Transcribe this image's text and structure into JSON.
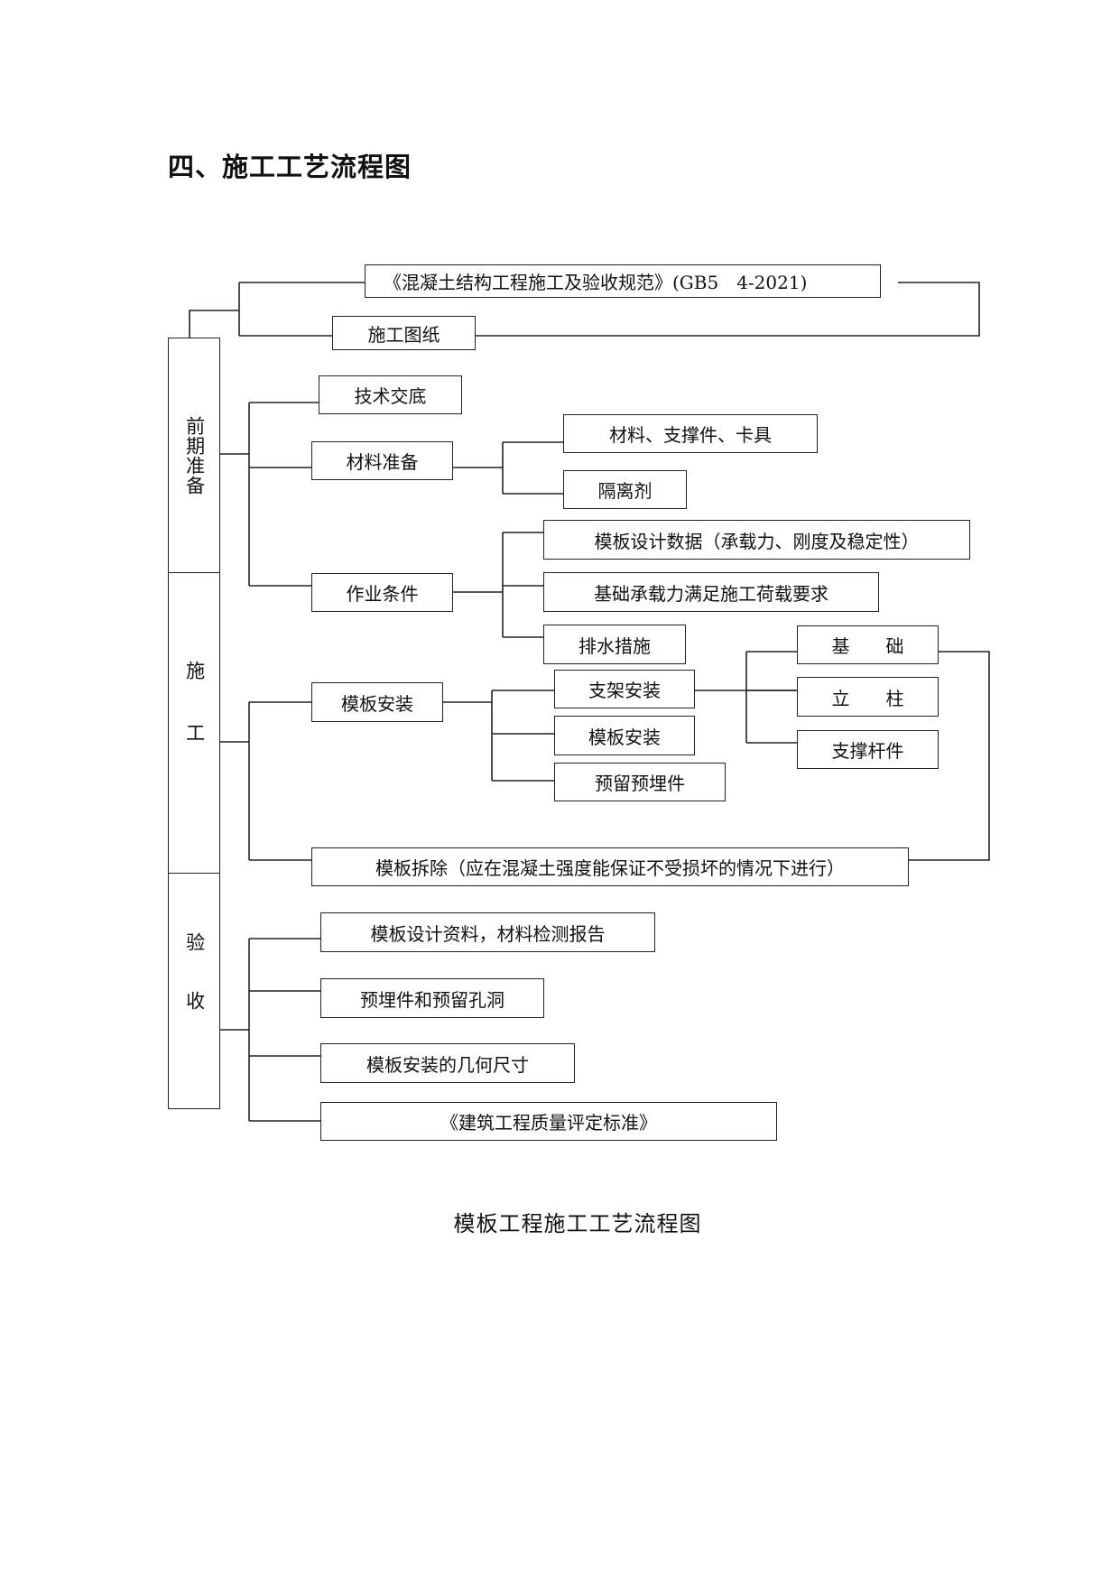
{
  "heading": "四、施工工艺流程图",
  "caption": "模板工程施工工艺流程图",
  "phases": {
    "prep": "前期准备",
    "construction": "施工",
    "acceptance": "验收"
  },
  "boxes": {
    "spec": "《混凝土结构工程施工及验收规范》(GB5　4-2021)",
    "drawings": "施工图纸",
    "tech_briefing": "技术交底",
    "material_prep": "材料准备",
    "materials": "材料、支撑件、卡具",
    "release_agent": "隔离剂",
    "work_conditions": "作业条件",
    "design_data": "模板设计数据（承载力、刚度及稳定性）",
    "foundation_capacity": "基础承载力满足施工荷载要求",
    "drainage": "排水措施",
    "formwork_install": "模板安装",
    "support_install": "支架安装",
    "formwork_install_sub": "模板安装",
    "embedded_parts": "预留预埋件",
    "base": "基　　础",
    "column": "立　　柱",
    "braces": "支撑杆件",
    "formwork_removal": "模板拆除（应在混凝土强度能保证不受损坏的情况下进行）",
    "design_docs": "模板设计资料，材料检测报告",
    "embedded_holes": "预埋件和预留孔洞",
    "dimensions": "模板安装的几何尺寸",
    "quality_standard": "《建筑工程质量评定标准》"
  },
  "colors": {
    "line": "#222222",
    "text": "#111111",
    "background": "#ffffff"
  }
}
